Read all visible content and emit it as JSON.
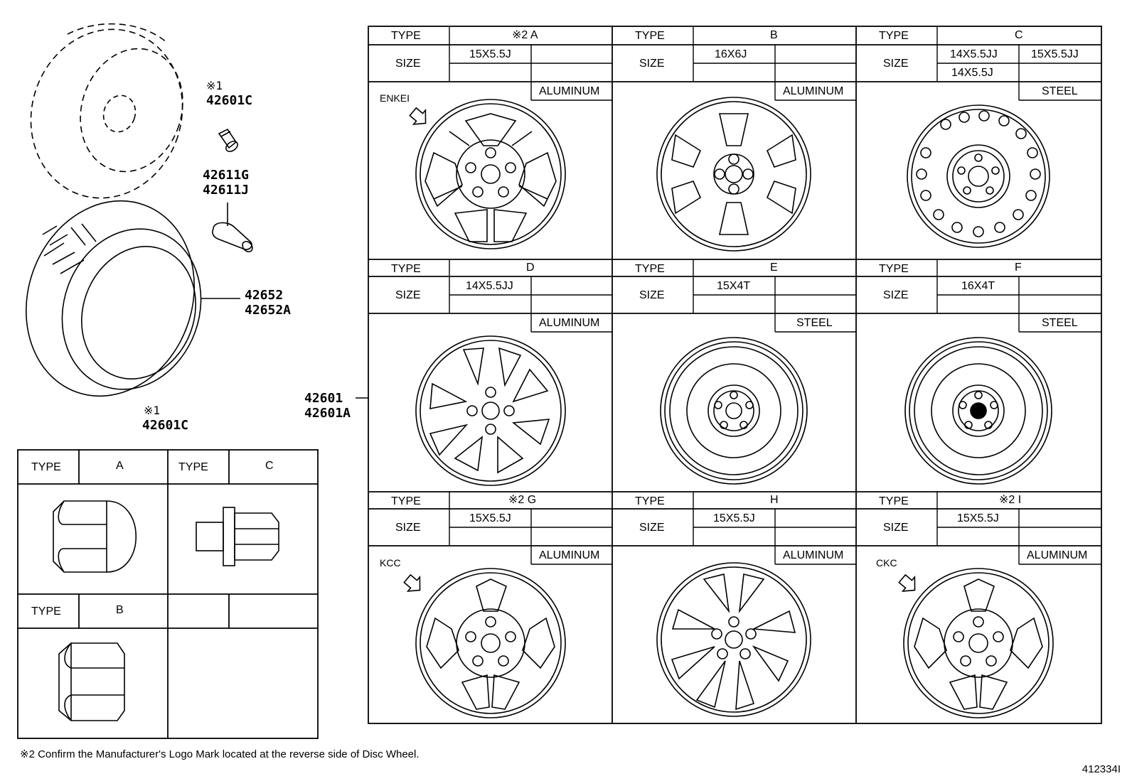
{
  "footnote": "※2 Confirm the Manufacturer's Logo Mark located at the reverse side of Disc Wheel.",
  "diagram_number": "412334I",
  "parts": {
    "valve_core_note": "※1",
    "valve_core": "42601C",
    "valve_a": "42611G",
    "valve_b": "42611J",
    "tire_a": "42652",
    "tire_b": "42652A",
    "nut_note": "※1",
    "nut": "42601C",
    "wheel_a": "42601",
    "wheel_b": "42601A"
  },
  "wheel_table": {
    "type_label": "TYPE",
    "size_label": "SIZE",
    "cells": [
      {
        "type": "※2 A",
        "size1": "15X5.5J",
        "size2": "",
        "size3": "",
        "material": "ALUMINUM",
        "maker": "ENKEI"
      },
      {
        "type": "B",
        "size1": "16X6J",
        "size2": "",
        "size3": "",
        "material": "ALUMINUM",
        "maker": ""
      },
      {
        "type": "C",
        "size1": "14X5.5JJ",
        "size2": "15X5.5JJ",
        "size3": "14X5.5J",
        "material": "STEEL",
        "maker": ""
      },
      {
        "type": "D",
        "size1": "14X5.5JJ",
        "size2": "",
        "size3": "",
        "material": "ALUMINUM",
        "maker": ""
      },
      {
        "type": "E",
        "size1": "15X4T",
        "size2": "",
        "size3": "",
        "material": "STEEL",
        "maker": ""
      },
      {
        "type": "F",
        "size1": "16X4T",
        "size2": "",
        "size3": "",
        "material": "STEEL",
        "maker": ""
      },
      {
        "type": "※2 G",
        "size1": "15X5.5J",
        "size2": "",
        "size3": "",
        "material": "ALUMINUM",
        "maker": "KCC"
      },
      {
        "type": "H",
        "size1": "15X5.5J",
        "size2": "",
        "size3": "",
        "material": "ALUMINUM",
        "maker": ""
      },
      {
        "type": "※2 I",
        "size1": "15X5.5J",
        "size2": "",
        "size3": "",
        "material": "ALUMINUM",
        "maker": "CKC"
      }
    ]
  },
  "nut_table": {
    "type_label": "TYPE",
    "cells": [
      {
        "type": "A"
      },
      {
        "type": "C"
      },
      {
        "type": "B"
      }
    ]
  }
}
